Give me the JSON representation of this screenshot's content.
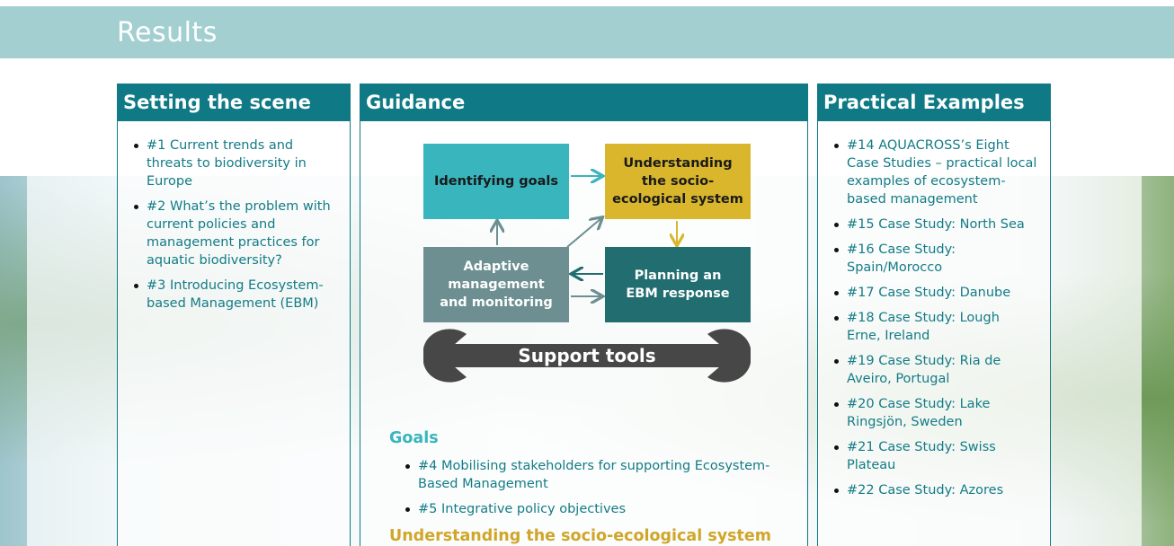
{
  "header": {
    "title": "Results"
  },
  "colors": {
    "teal": "#0f7a85",
    "header_bg": "#a3cfd1",
    "goals": "#39b5bd",
    "gold": "#d9b62c"
  },
  "setting_the_scene": {
    "title": "Setting the scene",
    "items": [
      "#1 Current trends and threats to biodiversity in Europe",
      "#2 What’s the problem with current policies and management practices for aquatic biodiversity?",
      "#3 Introducing Ecosystem-based Management (EBM)"
    ]
  },
  "guidance": {
    "title": "Guidance",
    "diagram": {
      "identifying_goals": "Identifying goals",
      "understanding": "Understanding the socio-ecological system",
      "adaptive": "Adaptive management and monitoring",
      "planning": "Planning an EBM response",
      "support_tools": "Support tools"
    },
    "goals_heading": "Goals",
    "goals_items": [
      "#4 Mobilising stakeholders for supporting Ecosystem-Based Management",
      "#5 Integrative policy objectives"
    ],
    "understanding_heading": "Understanding the socio-ecological system"
  },
  "practical_examples": {
    "title": "Practical Examples",
    "items": [
      "#14 AQUACROSS’s Eight Case Studies – practical local examples of ecosystem-based management",
      "#15 Case Study: North Sea",
      "#16 Case Study: Spain/Morocco",
      "#17 Case Study: Danube",
      "#18 Case Study: Lough Erne, Ireland",
      "#19 Case Study: Ria de Aveiro, Portugal",
      "#20 Case Study: Lake Ringsjön, Sweden",
      "#21 Case Study: Swiss Plateau",
      "#22 Case Study: Azores"
    ]
  }
}
